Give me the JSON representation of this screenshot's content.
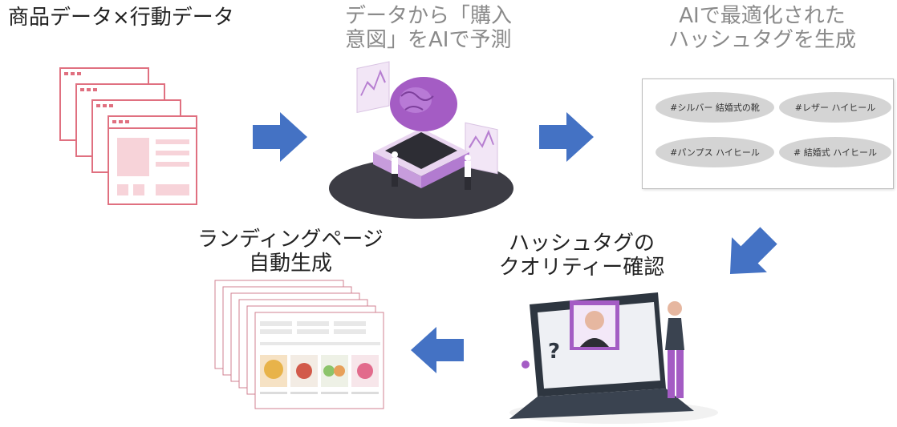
{
  "steps": {
    "data_label": "商品データ×行動データ",
    "predict_label_line1": "データから「購入",
    "predict_label_line2": "意図」をAIで予測",
    "hashtag_label_line1": "AIで最適化された",
    "hashtag_label_line2": "ハッシュタグを生成",
    "quality_label_line1": "ハッシュタグの",
    "quality_label_line2": "クオリティー確認",
    "landing_label_line1": "ランディングページ",
    "landing_label_line2": "自動生成"
  },
  "hashtags": [
    "#シルバー 結婚式の靴",
    "#レザー ハイヒール",
    "#パンプス ハイヒール",
    "# 結婚式 ハイヒール"
  ],
  "colors": {
    "arrow": "#4472c4",
    "doc_stroke": "#e07080",
    "doc_fill": "#f7d3d9",
    "brain": "#a45cc4",
    "pill": "#d4d4d4"
  }
}
